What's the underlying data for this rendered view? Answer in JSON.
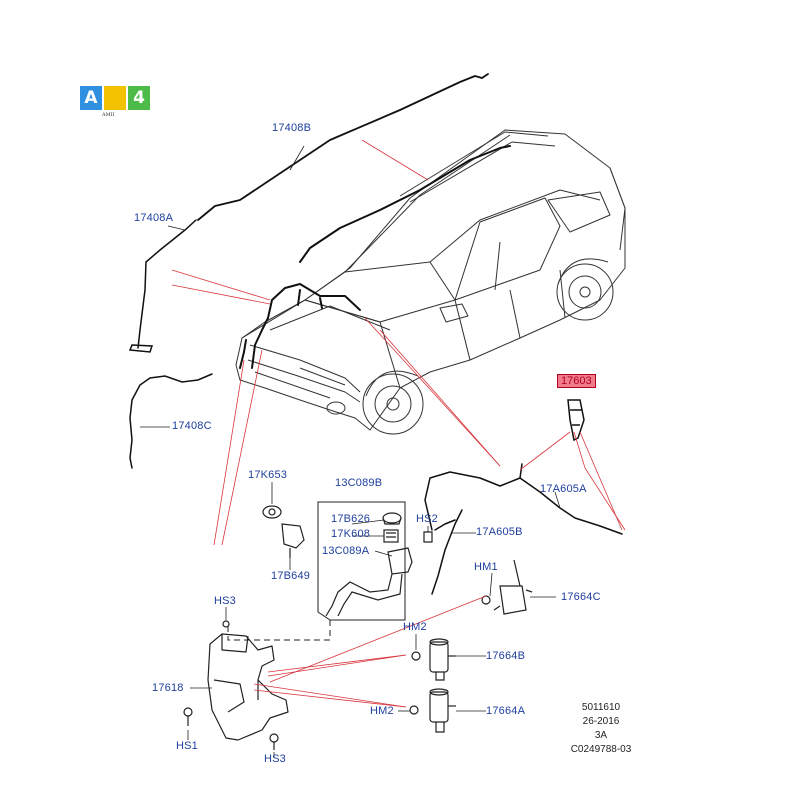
{
  "logo": {
    "left": "A",
    "right": "4",
    "caption": "AMII",
    "colors": [
      "#2f8fe0",
      "#f3c200",
      "#4cbb47"
    ]
  },
  "labels": {
    "p17408B": "17408B",
    "p17408A": "17408A",
    "p17408C": "17408C",
    "p17603": "17603",
    "p17K653": "17K653",
    "p13C089B": "13C089B",
    "p17B626": "17B626",
    "p17K608": "17K608",
    "p13C089A": "13C089A",
    "pHS2": "HS2",
    "p17A605B": "17A605B",
    "p17A605A": "17A605A",
    "p17B649": "17B649",
    "pHM1": "HM1",
    "p17664C": "17664C",
    "pHS3_top": "HS3",
    "pHM2_top": "HM2",
    "p17664B": "17664B",
    "p17618": "17618",
    "pHM2_bottom": "HM2",
    "p17664A": "17664A",
    "pHS1": "HS1",
    "pHS3_bottom": "HS3"
  },
  "reference": {
    "line1": "5011610",
    "line2": "26-2016",
    "line3": "3A",
    "line4": "C0249788-03"
  },
  "colors": {
    "label": "#1f3f9e",
    "leader": "#d9363e",
    "highlight": "#f07b8a",
    "line": "#222222"
  }
}
